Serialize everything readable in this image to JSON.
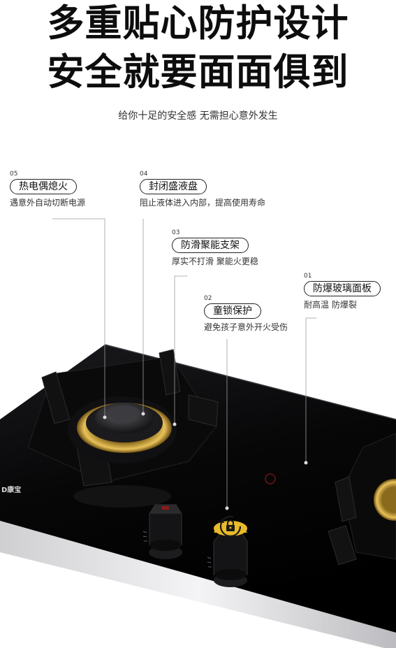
{
  "headline": {
    "line1": "多重贴心防护设计",
    "line2": "安全就要面面俱到"
  },
  "subheadline": "给你十足的安全感 无需担心意外发生",
  "features": [
    {
      "num": "05",
      "title": "热电偶熄火",
      "desc": "遇意外自动切断电源"
    },
    {
      "num": "04",
      "title": "封闭盛液盘",
      "desc": "阻止液体进入内部，提高使用寿命"
    },
    {
      "num": "03",
      "title": "防滑聚能支架",
      "desc": "厚实不打滑 聚能火更稳"
    },
    {
      "num": "02",
      "title": "童锁保护",
      "desc": "避免孩子意外开火受伤"
    },
    {
      "num": "01",
      "title": "防爆玻璃面板",
      "desc": "耐高温 防爆裂"
    }
  ],
  "brand_mark": "D康宝",
  "colors": {
    "glass": "#0b0b0d",
    "brass": "#c9972e",
    "child_lock": "#e2b21c"
  }
}
